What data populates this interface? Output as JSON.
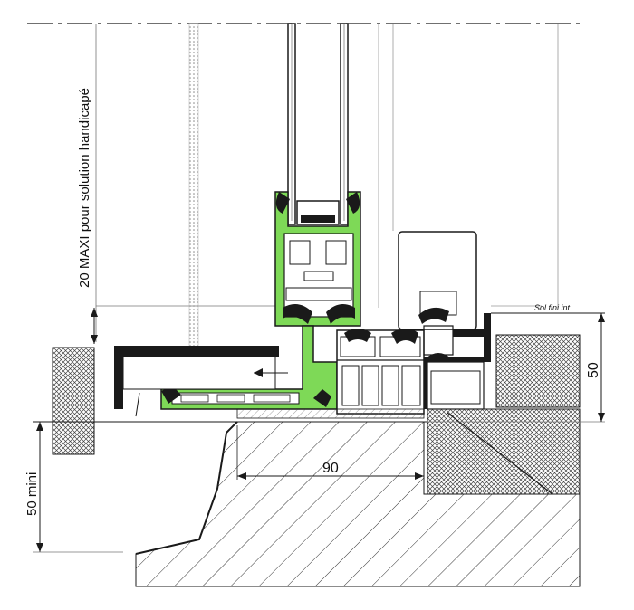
{
  "labels": {
    "vertical_note": "20 MAXI pour solution handicapé",
    "dim_90": "90",
    "dim_50_right": "50",
    "dim_50_left": "50 mini",
    "floor_note": "Sol fini int"
  },
  "colors": {
    "profile_green": "#7ed957",
    "line": "#1a1a1a",
    "thin_line": "#777777",
    "hatch": "#333333",
    "concrete_dark": "#555555"
  }
}
